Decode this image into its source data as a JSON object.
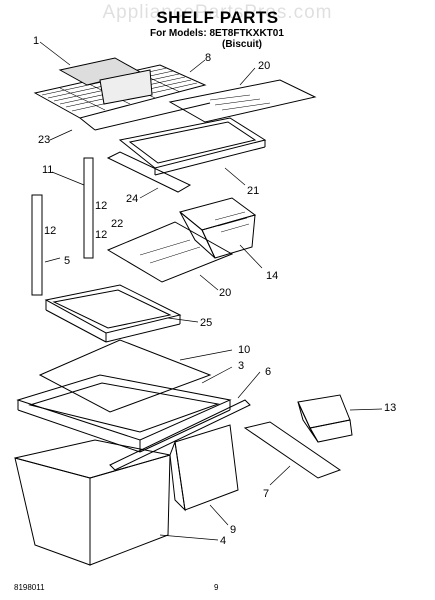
{
  "watermark": "AppliancePartsPros.com",
  "header": {
    "title": "SHELF PARTS",
    "models_line1": "For Models: 8ET8FTKXKT01",
    "models_line2": "(Biscuit)"
  },
  "callouts": [
    "1",
    "8",
    "20",
    "23",
    "21",
    "24",
    "11",
    "12",
    "22",
    "12",
    "12",
    "14",
    "5",
    "20",
    "25",
    "10",
    "3",
    "6",
    "13",
    "7",
    "9",
    "4"
  ],
  "footer": {
    "code": "8198011",
    "page": "9"
  }
}
